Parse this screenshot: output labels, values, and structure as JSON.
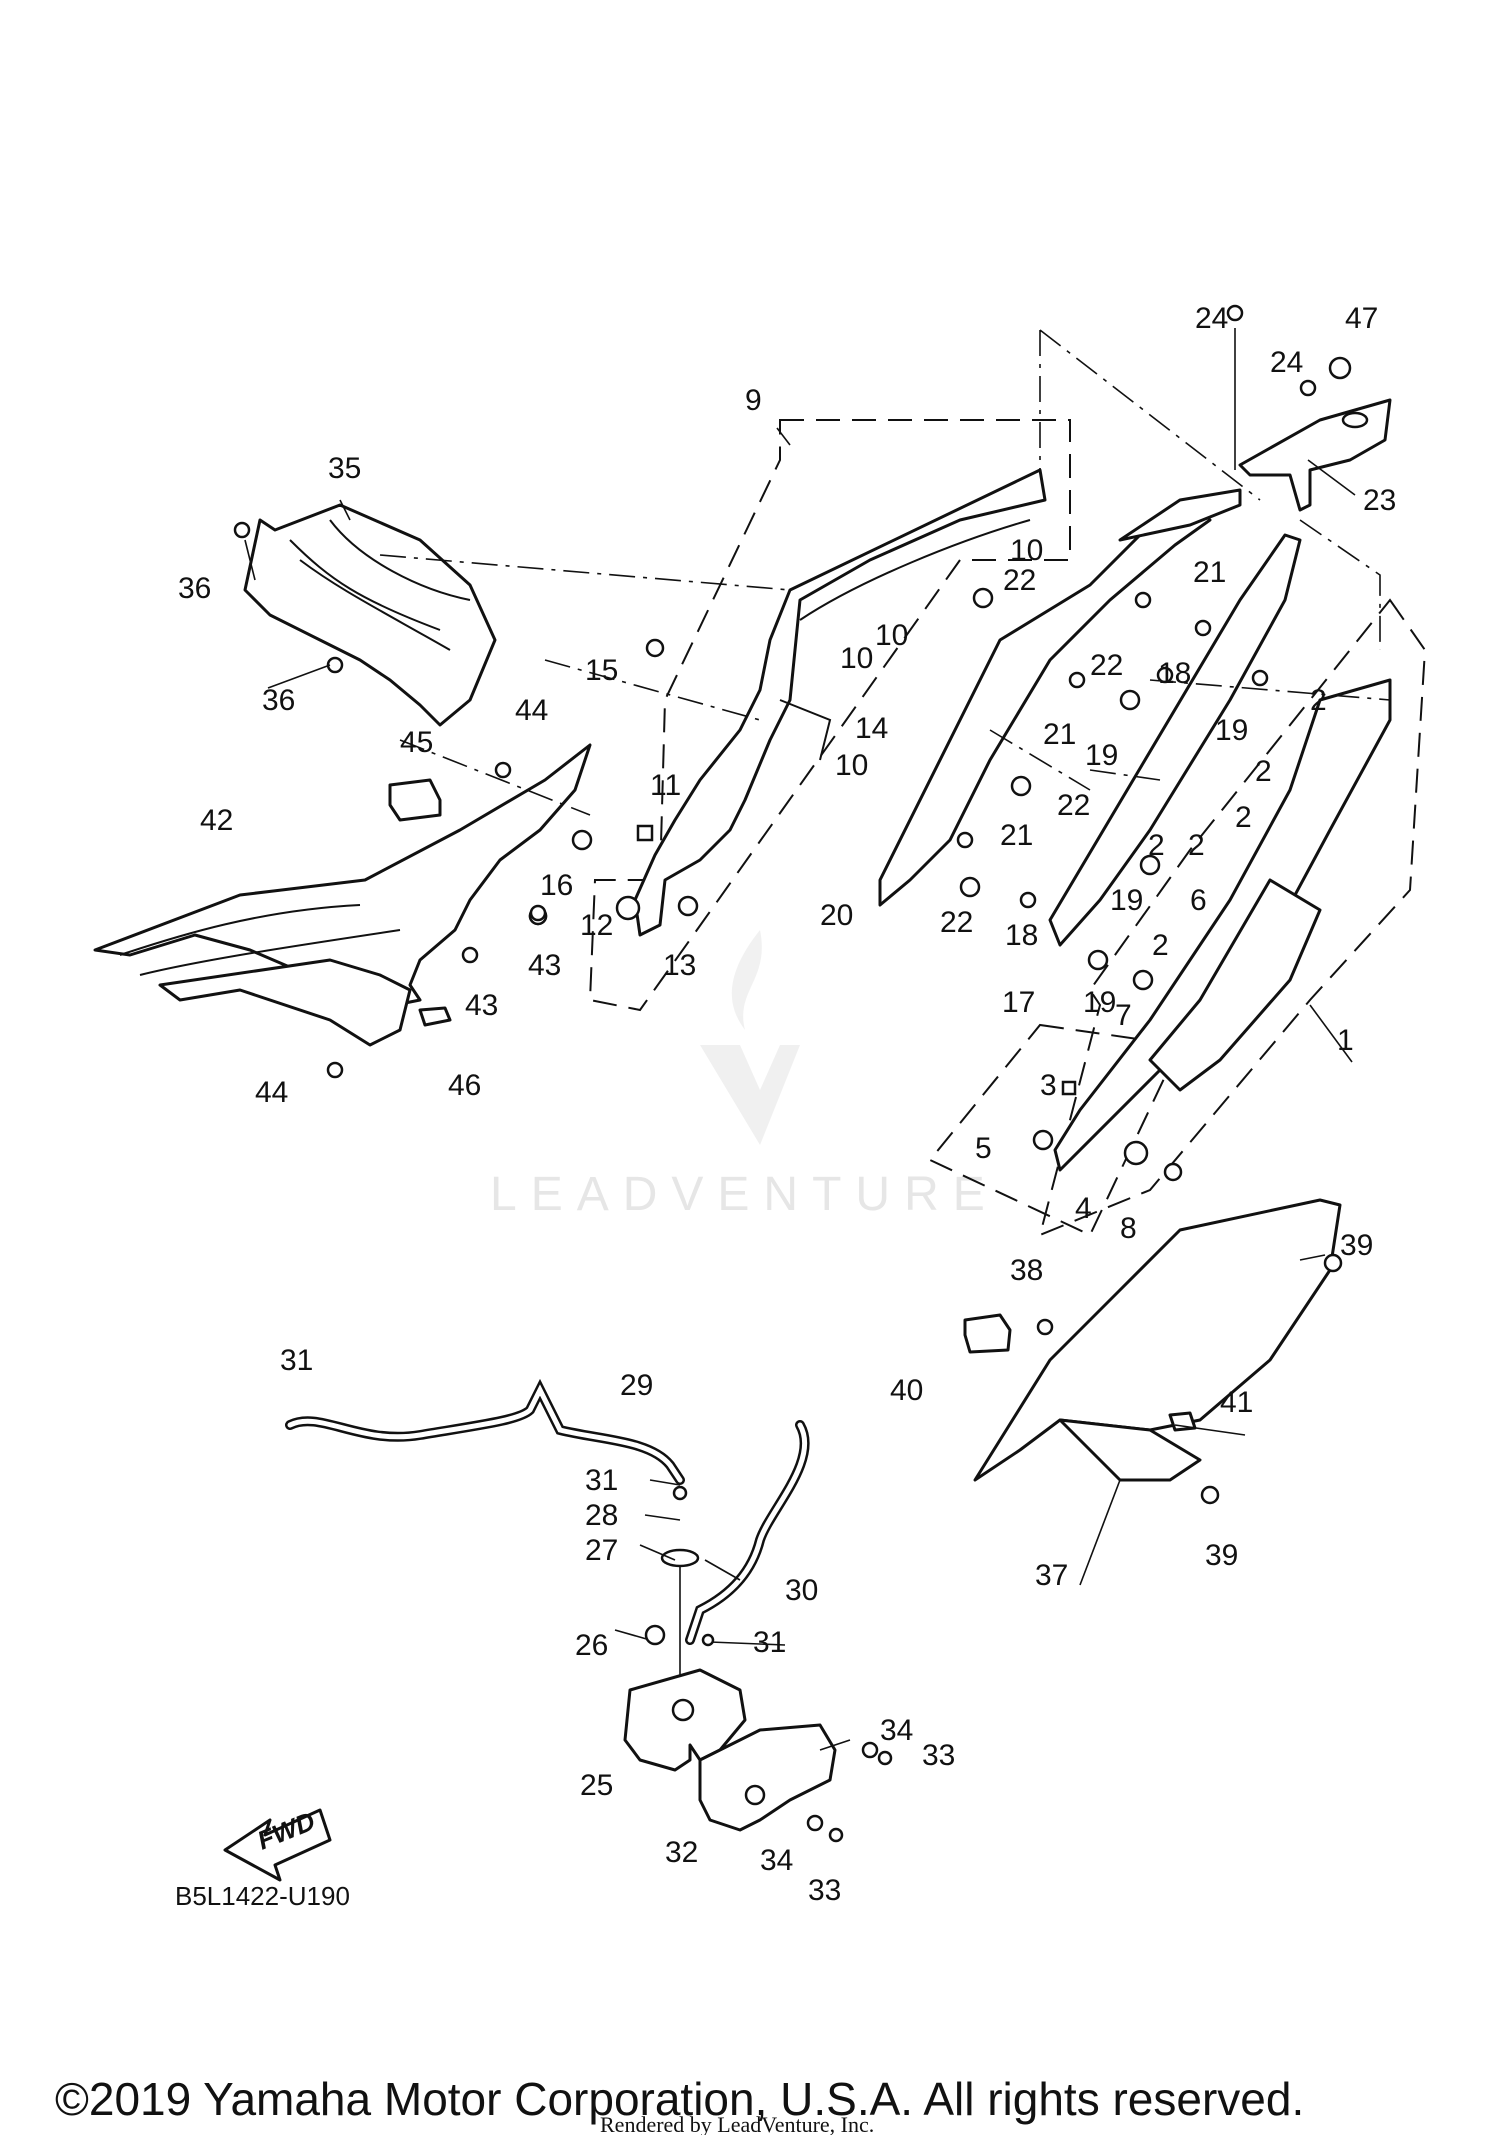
{
  "labels": {
    "p1": "1",
    "p2a": "2",
    "p2b": "2",
    "p2c": "2",
    "p2d": "2",
    "p2e": "2",
    "p2f": "2",
    "p3": "3",
    "p4": "4",
    "p5": "5",
    "p6": "6",
    "p7": "7",
    "p8": "8",
    "p9": "9",
    "p10a": "10",
    "p10b": "10",
    "p10c": "10",
    "p10d": "10",
    "p11": "11",
    "p12": "12",
    "p13": "13",
    "p14": "14",
    "p15": "15",
    "p16": "16",
    "p17": "17",
    "p18a": "18",
    "p18b": "18",
    "p19a": "19",
    "p19b": "19",
    "p19c": "19",
    "p19d": "19",
    "p20": "20",
    "p21a": "21",
    "p21b": "21",
    "p21c": "21",
    "p22a": "22",
    "p22b": "22",
    "p22c": "22",
    "p22d": "22",
    "p23": "23",
    "p24a": "24",
    "p24b": "24",
    "p25": "25",
    "p26": "26",
    "p27": "27",
    "p28": "28",
    "p29": "29",
    "p30": "30",
    "p31a": "31",
    "p31b": "31",
    "p31c": "31",
    "p32": "32",
    "p33a": "33",
    "p33b": "33",
    "p34a": "34",
    "p34b": "34",
    "p35": "35",
    "p36a": "36",
    "p36b": "36",
    "p37": "37",
    "p38": "38",
    "p39a": "39",
    "p39b": "39",
    "p40": "40",
    "p41": "41",
    "p42": "42",
    "p43a": "43",
    "p43b": "43",
    "p44a": "44",
    "p44b": "44",
    "p45": "45",
    "p46": "46",
    "p47": "47"
  },
  "fwd_arrow": "FWD",
  "drawing_code": "B5L1422-U190",
  "watermark": "LEADVENTURE",
  "copyright": "©2019 Yamaha Motor Corporation, U.S.A. All rights reserved.",
  "rendered_by": "Rendered by LeadVenture, Inc."
}
